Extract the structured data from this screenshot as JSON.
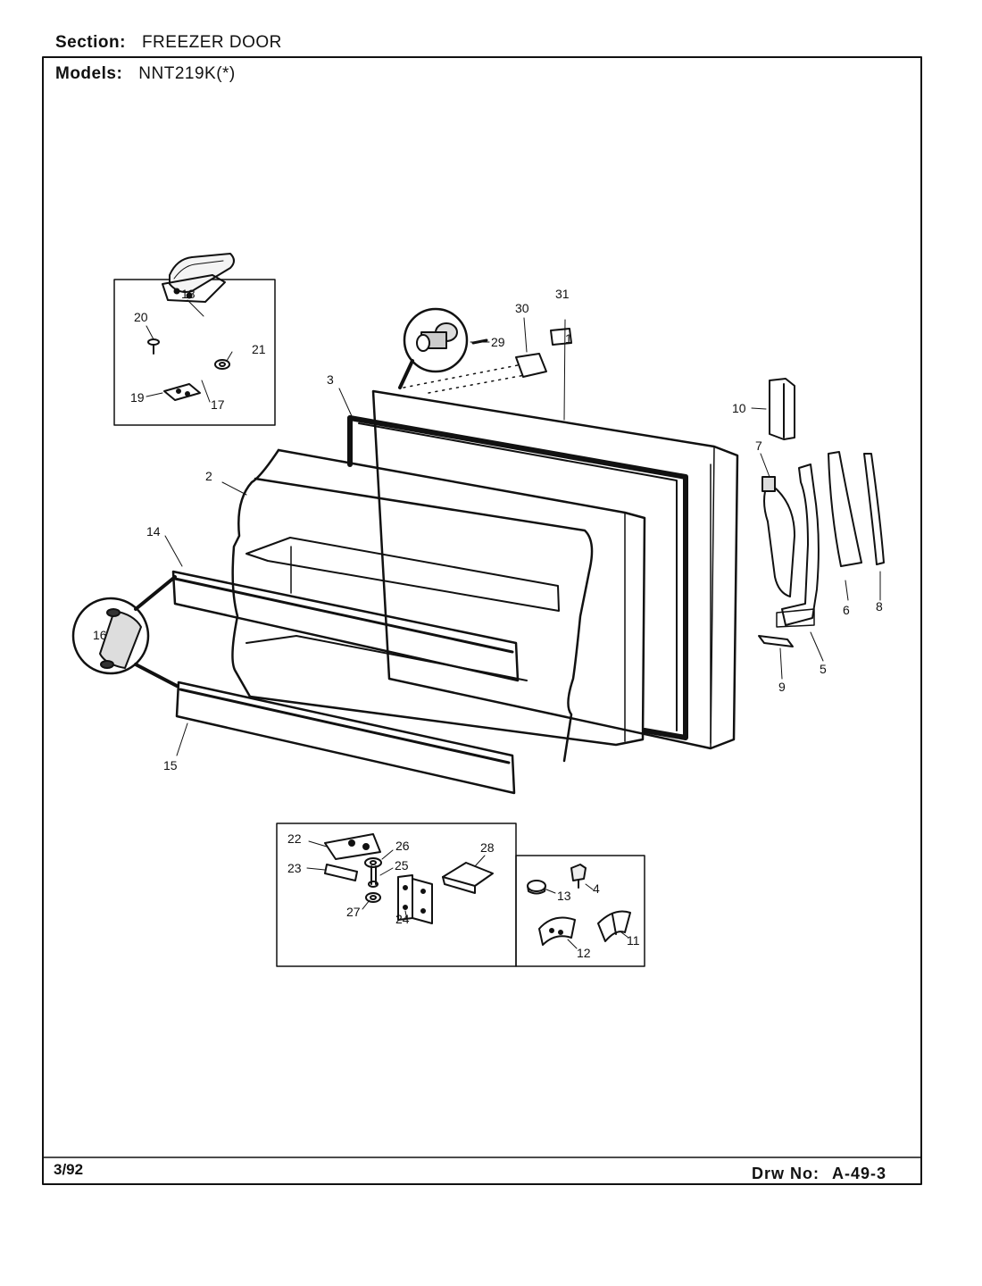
{
  "header": {
    "section_label": "Section:",
    "section_value": "FREEZER DOOR",
    "models_label": "Models:",
    "models_value": "NNT219K(*)"
  },
  "footer": {
    "date": "3/92",
    "drawing_label": "Drw No:",
    "drawing_number": "A-49-3"
  },
  "callouts": {
    "c1": "1",
    "c2": "2",
    "c3": "3",
    "c4": "4",
    "c5": "5",
    "c6": "6",
    "c7": "7",
    "c8": "8",
    "c9": "9",
    "c10": "10",
    "c11": "11",
    "c12": "12",
    "c13": "13",
    "c14": "14",
    "c15": "15",
    "c16": "16",
    "c17": "17",
    "c18": "18",
    "c19": "19",
    "c20": "20",
    "c21": "21",
    "c22": "22",
    "c23": "23",
    "c24": "24",
    "c25": "25",
    "c26": "26",
    "c27": "27",
    "c28": "28",
    "c29": "29",
    "c30": "30",
    "c31": "31"
  }
}
